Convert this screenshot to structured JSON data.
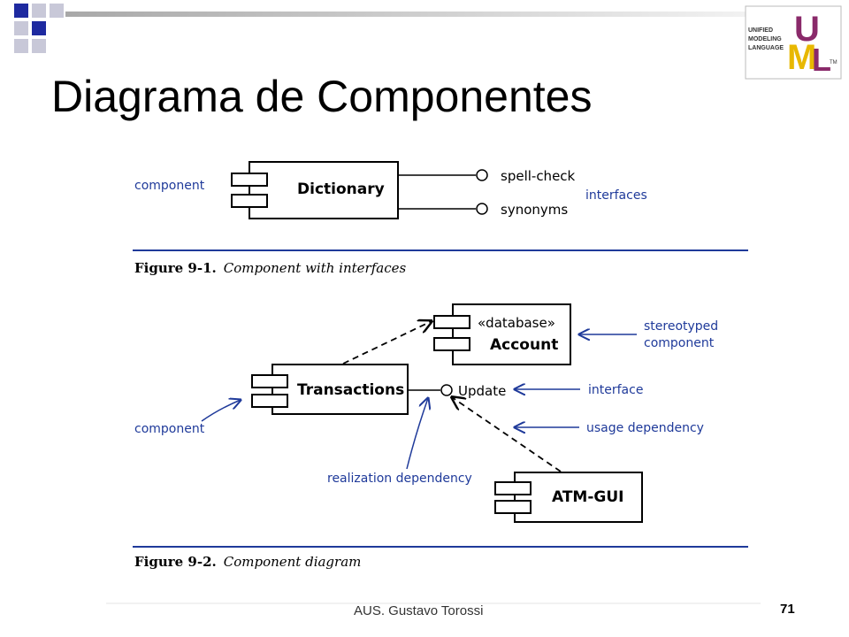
{
  "slide": {
    "title": "Diagrama de Componentes",
    "footer": "AUS. Gustavo Torossi",
    "page_number": "71",
    "accent_color": "#1f3a9a"
  },
  "logo": {
    "line1": "UNIFIED",
    "line2": "MODELING",
    "line3": "LANGUAGE",
    "u": "U",
    "m": "M",
    "l": "L",
    "tm": "TM"
  },
  "figure1": {
    "component": "Dictionary",
    "interface1": "spell-check",
    "interface2": "synonyms",
    "label_component": "component",
    "label_interfaces": "interfaces",
    "caption_num": "Figure 9-1.",
    "caption_text": "Component with interfaces"
  },
  "figure2": {
    "account_stereotype": "«database»",
    "account": "Account",
    "transactions": "Transactions",
    "interface_update": "Update",
    "atm_gui": "ATM-GUI",
    "label_stereotyped1": "stereotyped",
    "label_stereotyped2": "component",
    "label_interface": "interface",
    "label_usage": "usage dependency",
    "label_component": "component",
    "label_realization": "realization dependency",
    "caption_num": "Figure 9-2.",
    "caption_text": "Component diagram"
  }
}
